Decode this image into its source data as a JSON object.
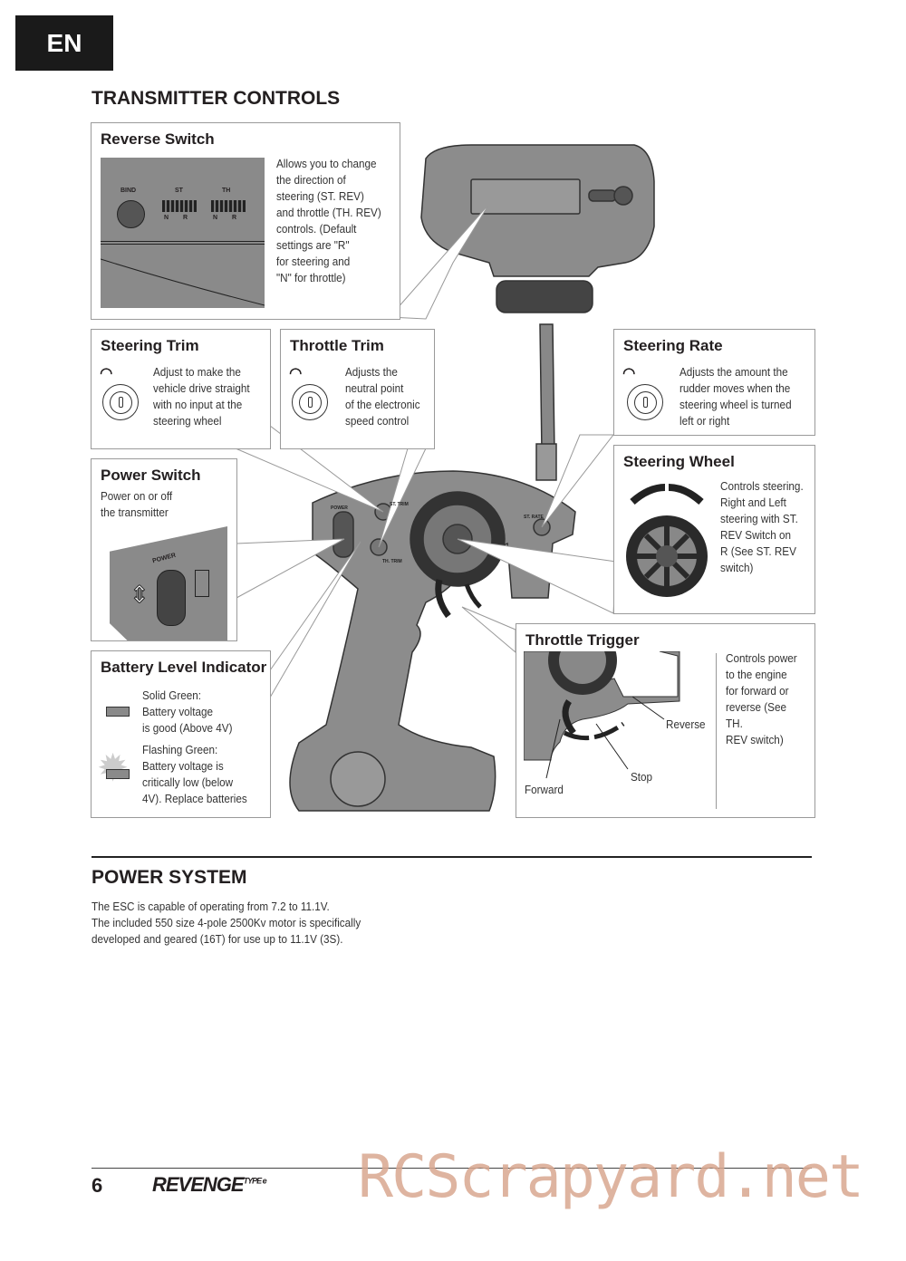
{
  "lang_tab": "EN",
  "section1_title": "TRANSMITTER CONTROLS",
  "reverse_switch": {
    "title": "Reverse Switch",
    "text": "Allows you to change\nthe direction of\nsteering (ST. REV)\nand throttle (TH. REV)\ncontrols. (Default\nsettings are \"R\"\nfor steering and\n\"N\" for throttle)",
    "bind_label": "BIND",
    "st_label": "ST",
    "th_label": "TH",
    "n": "N",
    "r": "R"
  },
  "steering_trim": {
    "title": "Steering Trim",
    "text": "Adjust to make the\nvehicle drive straight\nwith no input at the\nsteering wheel"
  },
  "throttle_trim": {
    "title": "Throttle Trim",
    "text": "Adjusts the\nneutral point\nof the electronic\nspeed control"
  },
  "steering_rate": {
    "title": "Steering Rate",
    "text": "Adjusts the amount the\nrudder moves when the\nsteering wheel is turned\nleft or right"
  },
  "steering_wheel": {
    "title": "Steering Wheel",
    "text": "Controls steering.\nRight and Left\nsteering with ST.\nREV Switch on\nR (See ST. REV\nswitch)"
  },
  "power_switch": {
    "title": "Power Switch",
    "text": "Power on or off\nthe transmitter",
    "label": "POWER"
  },
  "battery": {
    "title": "Battery Level Indicator",
    "solid": "Solid Green:\nBattery voltage\nis good (Above 4V)",
    "flashing": "Flashing Green:\nBattery voltage is\ncritically low (below\n4V). Replace batteries"
  },
  "throttle_trigger": {
    "title": "Throttle Trigger",
    "text": "Controls power\nto the engine\nfor forward or\nreverse (See TH.\nREV switch)",
    "reverse": "Reverse",
    "stop": "Stop",
    "forward": "Forward"
  },
  "tx_labels": {
    "st_trim": "ST. TRIM",
    "th_trim": "TH. TRIM",
    "st_rate": "ST. RATE",
    "power": "POWER"
  },
  "section2_title": "POWER SYSTEM",
  "power_text": "The ESC is capable of operating from 7.2 to 11.1V.\nThe included 550 size 4-pole 2500Kv motor is specifically\ndeveloped and geared (16T) for use up to 11.1V (3S).",
  "page_number": "6",
  "logo": "REVENGE TYPE e",
  "watermark": "RCScrapyard.net"
}
